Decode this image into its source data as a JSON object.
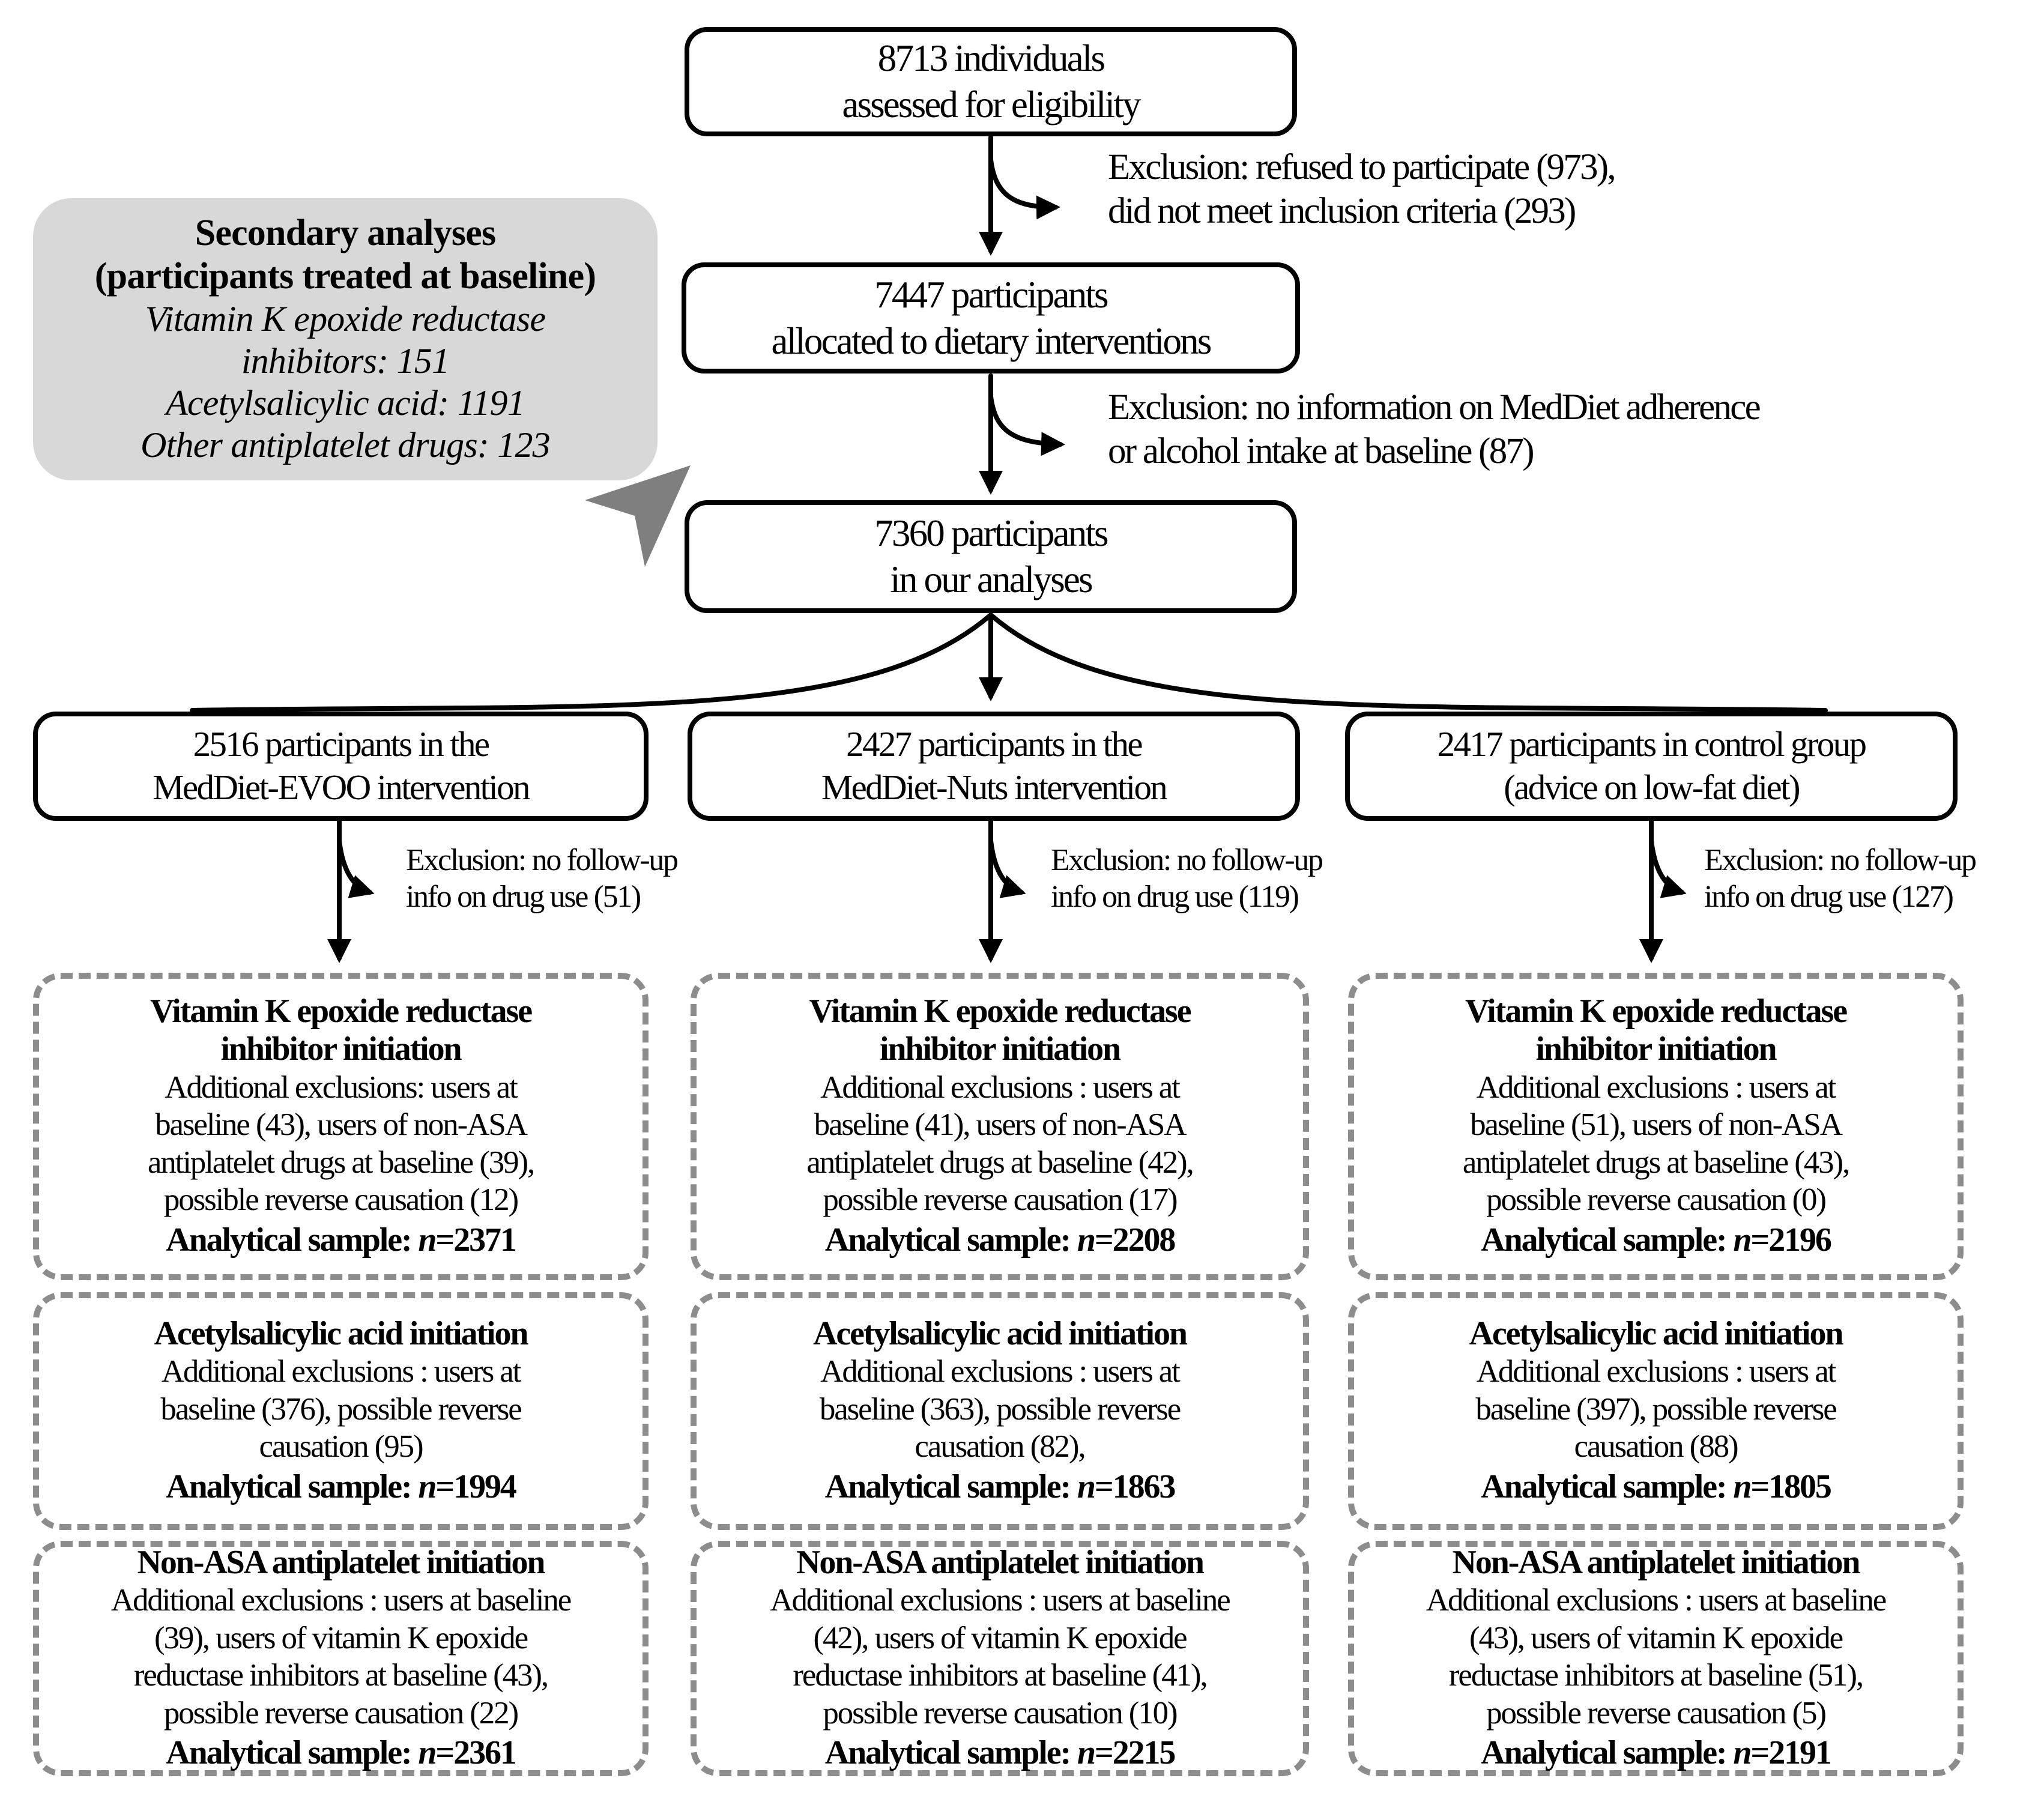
{
  "colors": {
    "box_border": "#000000",
    "dashed_border": "#8d8d8d",
    "note_background": "#d8d8d8",
    "gray_arrow": "#7f7f7f",
    "text": "#000000"
  },
  "flow": {
    "eligibility_lines": [
      "8713 individuals",
      "assessed for eligibility"
    ],
    "exclusion1_lines": [
      "Exclusion: refused to participate (973),",
      "did not meet inclusion criteria (293)"
    ],
    "allocated_lines": [
      "7447 participants",
      "allocated to dietary interventions"
    ],
    "exclusion2_lines": [
      "Exclusion: no information on MedDiet adherence",
      "or alcohol intake at baseline (87)"
    ],
    "analyses_lines": [
      "7360 participants",
      "in our analyses"
    ]
  },
  "note": {
    "title_lines": [
      "Secondary analyses",
      "(participants treated at baseline)"
    ],
    "item_lines": [
      "Vitamin K epoxide reductase",
      "inhibitors: 151",
      "Acetylsalicylic acid: 1191",
      "Other antiplatelet drugs: 123"
    ]
  },
  "branches": [
    {
      "box_lines": [
        "2516 participants in the",
        "MedDiet-EVOO intervention"
      ],
      "exclusion_lines": [
        "Exclusion: no follow-up",
        "info on drug use (51)"
      ]
    },
    {
      "box_lines": [
        "2427 participants in the",
        "MedDiet-Nuts intervention"
      ],
      "exclusion_lines": [
        "Exclusion: no follow-up",
        "info on drug use (119)"
      ]
    },
    {
      "box_lines": [
        "2417 participants in control group",
        "(advice on low-fat diet)"
      ],
      "exclusion_lines": [
        "Exclusion: no follow-up",
        "info on drug use (127)"
      ]
    }
  ],
  "outcomes": [
    {
      "title_lines": [
        "Vitamin K epoxide reductase",
        "inhibitor initiation"
      ],
      "cells": [
        {
          "body_lines": [
            "Additional exclusions: users at",
            "baseline (43), users of non-ASA",
            "antiplatelet drugs at baseline (39),",
            "possible reverse causation (12)"
          ],
          "sample_label": "Analytical sample: ",
          "sample_n": "n",
          "sample_value": "=2371"
        },
        {
          "body_lines": [
            "Additional exclusions : users at",
            "baseline (41), users of non-ASA",
            "antiplatelet drugs at baseline (42),",
            "possible reverse causation (17)"
          ],
          "sample_label": "Analytical sample: ",
          "sample_n": "n",
          "sample_value": "=2208"
        },
        {
          "body_lines": [
            "Additional exclusions : users at",
            "baseline (51), users of non-ASA",
            "antiplatelet drugs at baseline (43),",
            "possible reverse causation (0)"
          ],
          "sample_label": "Analytical sample: ",
          "sample_n": "n",
          "sample_value": "=2196"
        }
      ]
    },
    {
      "title_lines": [
        "Acetylsalicylic acid initiation"
      ],
      "cells": [
        {
          "body_lines": [
            "Additional exclusions : users at",
            "baseline (376), possible reverse",
            "causation (95)"
          ],
          "sample_label": "Analytical sample: ",
          "sample_n": "n",
          "sample_value": "=1994"
        },
        {
          "body_lines": [
            "Additional exclusions : users at",
            "baseline (363), possible reverse",
            "causation (82),"
          ],
          "sample_label": "Analytical sample: ",
          "sample_n": "n",
          "sample_value": "=1863"
        },
        {
          "body_lines": [
            "Additional exclusions : users at",
            "baseline (397), possible reverse",
            "causation (88)"
          ],
          "sample_label": "Analytical sample: ",
          "sample_n": "n",
          "sample_value": "=1805"
        }
      ]
    },
    {
      "title_lines": [
        "Non-ASA antiplatelet initiation"
      ],
      "cells": [
        {
          "body_lines": [
            "Additional exclusions : users at baseline",
            "(39), users of vitamin K epoxide",
            "reductase inhibitors at baseline (43),",
            "possible reverse causation (22)"
          ],
          "sample_label": "Analytical sample: ",
          "sample_n": "n",
          "sample_value": "=2361"
        },
        {
          "body_lines": [
            "Additional exclusions : users at baseline",
            "(42), users of vitamin K epoxide",
            "reductase inhibitors at baseline (41),",
            "possible reverse causation (10)"
          ],
          "sample_label": "Analytical sample: ",
          "sample_n": "n",
          "sample_value": "=2215"
        },
        {
          "body_lines": [
            "Additional exclusions : users at baseline",
            "(43), users of vitamin K epoxide",
            "reductase inhibitors at baseline (51),",
            "possible reverse causation (5)"
          ],
          "sample_label": "Analytical sample: ",
          "sample_n": "n",
          "sample_value": "=2191"
        }
      ]
    }
  ]
}
